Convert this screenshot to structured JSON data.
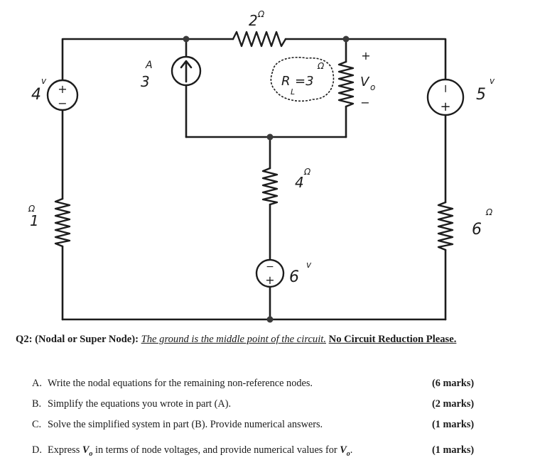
{
  "circuit": {
    "labels": {
      "r_top": "2",
      "r_top_unit": "Ω",
      "i_src": "3",
      "i_src_unit": "A",
      "rl": "R",
      "rl_sub": "L",
      "rl_eq": "=3",
      "rl_unit": "Ω",
      "vo_plus": "+",
      "vo": "V",
      "vo_sub": "o",
      "vo_minus": "−",
      "v_left": "4",
      "v_left_unit": "v",
      "r_left": "1",
      "r_left_unit": "Ω",
      "r_mid": "4",
      "r_mid_unit": "Ω",
      "v_mid": "6",
      "v_mid_unit": "v",
      "v_right": "5",
      "v_right_unit": "v",
      "r_right": "6",
      "r_right_unit": "Ω"
    },
    "signs": {
      "plus": "+",
      "minus": "−"
    }
  },
  "question": {
    "label": "Q2: (Nodal or Super Node):",
    "instruction": "The ground is the middle point of the circuit.",
    "note": "No Circuit Reduction Please."
  },
  "tasks": [
    {
      "letter": "A.",
      "text": "Write the nodal equations for the remaining non-reference nodes.",
      "marks": "(6 marks)"
    },
    {
      "letter": "B.",
      "text": "Simplify the equations you wrote in part (A).",
      "marks": "(2 marks)"
    },
    {
      "letter": "C.",
      "text": "Solve the simplified system in part (B). Provide numerical answers.",
      "marks": "(1 marks)"
    },
    {
      "letter": "D.",
      "text_pre": "Express",
      "vo_symbol": "V",
      "vo_sub": "o",
      "text_mid": "in terms of node voltages, and provide numerical values for",
      "text_end": ".",
      "marks": "(1 marks)"
    }
  ]
}
